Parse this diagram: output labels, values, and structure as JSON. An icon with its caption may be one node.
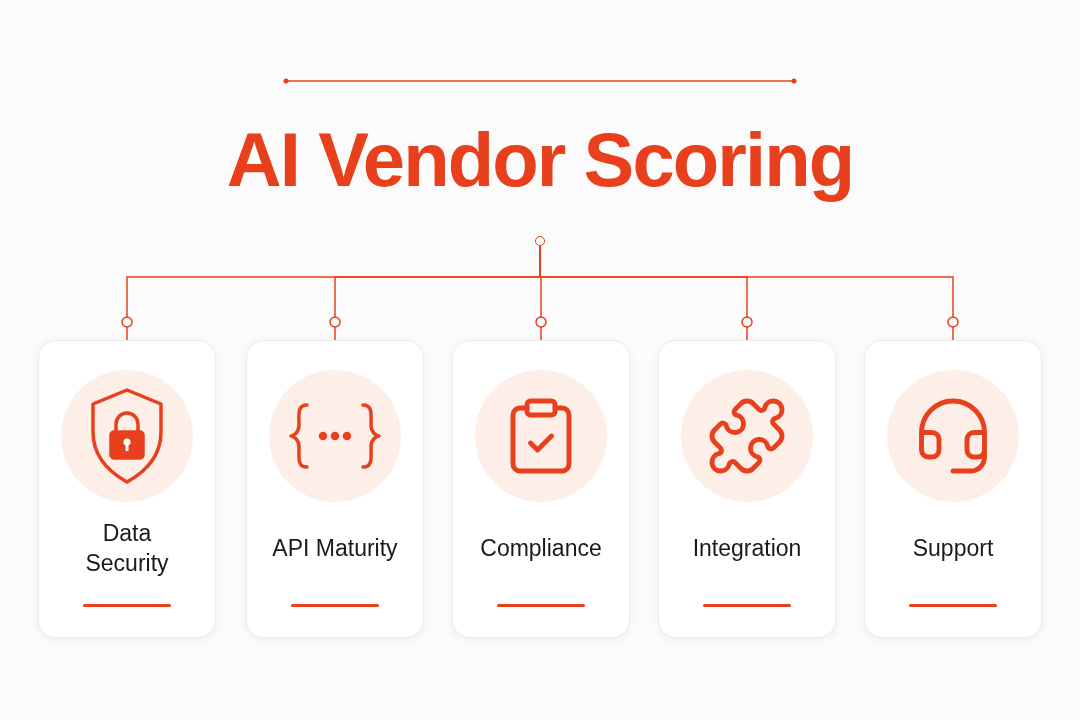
{
  "diagram": {
    "title": "AI Vendor Scoring",
    "nodes": [
      {
        "text": [],
        "shape": "circle"
      },
      {
        "text": [
          "Data Security"
        ]
      },
      {
        "text": [
          "API Maturity"
        ]
      },
      {
        "text": [
          "Compliance"
        ]
      },
      {
        "text": [
          "Integration"
        ]
      },
      {
        "text": [
          "Support"
        ]
      }
    ],
    "edges": [
      {
        "from": 0,
        "to": 1,
        "arrow": "other"
      },
      {
        "from": 0,
        "to": 2,
        "arrow": "other"
      },
      {
        "from": 0,
        "to": 3,
        "arrow": "other"
      },
      {
        "from": 0,
        "to": 4,
        "arrow": "other"
      },
      {
        "from": 0,
        "to": 5,
        "arrow": "other"
      }
    ]
  }
}
